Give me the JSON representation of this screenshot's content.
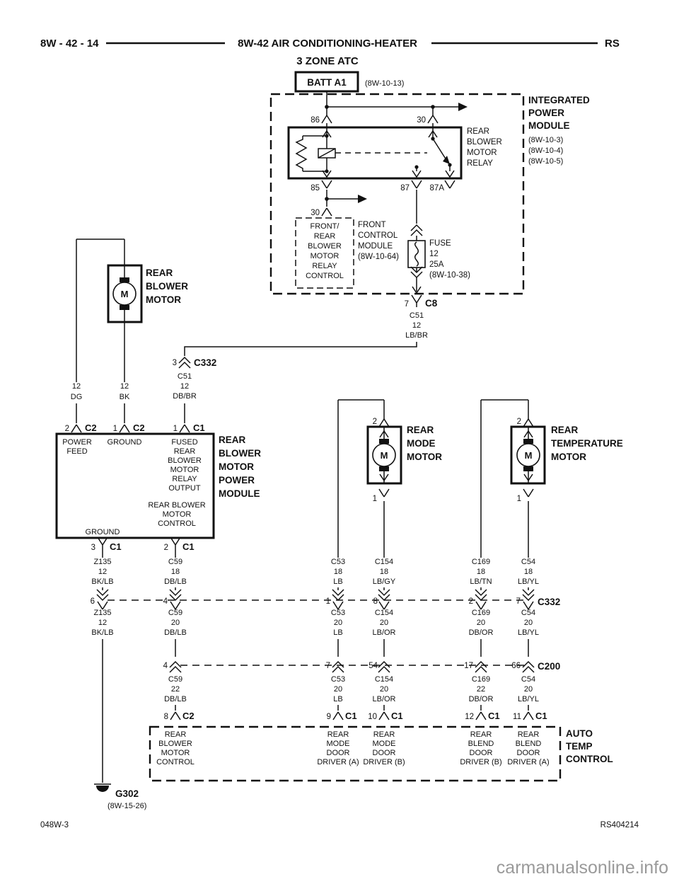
{
  "header": {
    "code": "8W - 42 - 14",
    "title": "8W-42 AIR CONDITIONING-HEATER",
    "region": "RS",
    "subtitle": "3 ZONE ATC"
  },
  "battery": {
    "label": "BATT A1",
    "ref": "(8W-10-13)"
  },
  "ipm": {
    "name": [
      "INTEGRATED",
      "POWER",
      "MODULE"
    ],
    "refs": [
      "(8W-10-3)",
      "(8W-10-4)",
      "(8W-10-5)"
    ]
  },
  "relay": {
    "label": [
      "REAR",
      "BLOWER",
      "MOTOR",
      "RELAY"
    ],
    "pin86": "86",
    "pin30": "30",
    "pin85": "85",
    "pin87": "87",
    "pin87a": "87A"
  },
  "fcm": {
    "pin30": "30",
    "box": [
      "FRONT/",
      "REAR",
      "BLOWER",
      "MOTOR",
      "RELAY",
      "CONTROL"
    ],
    "label": [
      "FRONT",
      "CONTROL",
      "MODULE",
      "(8W-10-64)"
    ]
  },
  "fuse": {
    "label": [
      "FUSE",
      "12",
      "25A",
      "(8W-10-38)"
    ]
  },
  "c8": {
    "pin": "7",
    "name": "C8"
  },
  "c332top": {
    "pin": "3",
    "name": "C332"
  },
  "motors": {
    "blower": {
      "label": [
        "REAR",
        "BLOWER",
        "MOTOR"
      ],
      "m": "M"
    },
    "mode": {
      "label": [
        "REAR",
        "MODE",
        "MOTOR"
      ],
      "m": "M",
      "pin_top": "2",
      "pin_bottom": "1"
    },
    "temp": {
      "label": [
        "REAR",
        "TEMPERATURE",
        "MOTOR"
      ],
      "m": "M",
      "pin_top": "2",
      "pin_bottom": "1"
    }
  },
  "power_module": {
    "label": [
      "REAR",
      "BLOWER",
      "MOTOR",
      "POWER",
      "MODULE"
    ],
    "top_pins": [
      {
        "pin": "2",
        "name": "C2"
      },
      {
        "pin": "1",
        "name": "C2"
      },
      {
        "pin": "1",
        "name": "C1"
      }
    ],
    "texts": {
      "power_feed": [
        "POWER",
        "FEED"
      ],
      "ground": "GROUND",
      "fused": [
        "FUSED",
        "REAR",
        "BLOWER",
        "MOTOR",
        "RELAY",
        "OUTPUT"
      ],
      "control": [
        "REAR BLOWER",
        "MOTOR",
        "CONTROL"
      ],
      "ground2": "GROUND"
    },
    "bottom_pins": [
      {
        "pin": "3",
        "name": "C1"
      },
      {
        "pin": "2",
        "name": "C1"
      }
    ]
  },
  "wires": {
    "dg": [
      "12",
      "DG"
    ],
    "bk": [
      "12",
      "BK"
    ],
    "c51_lbbr": [
      "C51",
      "12",
      "LB/BR"
    ],
    "c51_dbbr": [
      "C51",
      "12",
      "DB/BR"
    ],
    "z135a": [
      "Z135",
      "12",
      "BK/LB"
    ],
    "z135b": [
      "Z135",
      "12",
      "BK/LB"
    ],
    "c59a": [
      "C59",
      "18",
      "DB/LB"
    ],
    "c59b": [
      "C59",
      "20",
      "DB/LB"
    ],
    "c59c": [
      "C59",
      "22",
      "DB/LB"
    ],
    "c53a": [
      "C53",
      "18",
      "LB"
    ],
    "c53b": [
      "C53",
      "20",
      "LB"
    ],
    "c53c": [
      "C53",
      "20",
      "LB"
    ],
    "c154a": [
      "C154",
      "18",
      "LB/GY"
    ],
    "c154b": [
      "C154",
      "20",
      "LB/OR"
    ],
    "c154c": [
      "C154",
      "20",
      "LB/OR"
    ],
    "c169a": [
      "C169",
      "18",
      "LB/TN"
    ],
    "c169b": [
      "C169",
      "20",
      "DB/OR"
    ],
    "c169c": [
      "C169",
      "22",
      "DB/OR"
    ],
    "c54a": [
      "C54",
      "18",
      "LB/YL"
    ],
    "c54b": [
      "C54",
      "20",
      "LB/YL"
    ],
    "c54c": [
      "C54",
      "20",
      "LB/YL"
    ]
  },
  "row_c332": {
    "name": "C332",
    "pins": [
      "6",
      "4",
      "1",
      "8",
      "2",
      "7"
    ]
  },
  "row_c200": {
    "name": "C200",
    "pins": [
      "4",
      "7",
      "54",
      "17",
      "66"
    ]
  },
  "c2_bottom": {
    "pin": "8",
    "name": "C2"
  },
  "c1_bottom": [
    {
      "pin": "9",
      "name": "C1"
    },
    {
      "pin": "10",
      "name": "C1"
    },
    {
      "pin": "12",
      "name": "C1"
    },
    {
      "pin": "11",
      "name": "C1"
    }
  ],
  "atc": {
    "label": [
      "AUTO",
      "TEMP",
      "CONTROL"
    ],
    "cols": [
      [
        "REAR",
        "BLOWER",
        "MOTOR",
        "CONTROL"
      ],
      [
        "REAR",
        "MODE",
        "DOOR",
        "DRIVER (A)"
      ],
      [
        "REAR",
        "MODE",
        "DOOR",
        "DRIVER (B)"
      ],
      [
        "REAR",
        "BLEND",
        "DOOR",
        "DRIVER (B)"
      ],
      [
        "REAR",
        "BLEND",
        "DOOR",
        "DRIVER (A)"
      ]
    ]
  },
  "ground": {
    "name": "G302",
    "ref": "(8W-15-26)"
  },
  "footer": {
    "left": "048W-3",
    "right": "RS404214",
    "watermark": "carmanualsonline.info"
  }
}
